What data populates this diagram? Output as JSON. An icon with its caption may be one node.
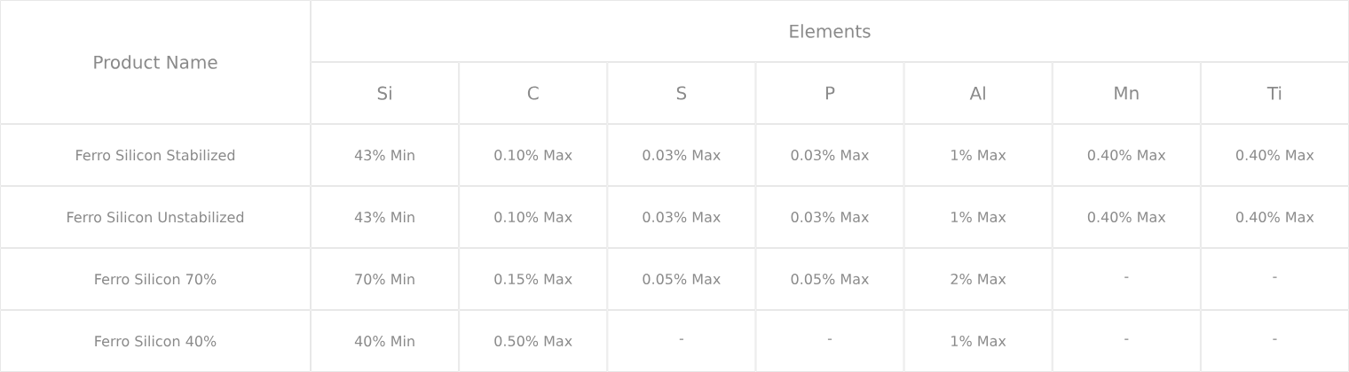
{
  "diagram": {
    "labels": [
      "Product Name",
      "Elements",
      "Si",
      "C",
      "S",
      "P",
      "Al",
      "Mn",
      "Ti",
      "Ferro Silicon Stabilized",
      "43% Min",
      "0.10% Max",
      "0.03% Max",
      "0.03% Max",
      "1% Max",
      "0.40% Max",
      "0.40% Max",
      "Ferro Silicon Unstabilized",
      "43% Min",
      "0.10% Max",
      "0.03% Max",
      "0.03% Max",
      "1% Max",
      "0.40% Max",
      "0.40% Max",
      "Ferro Silicon 70%",
      "70% Min",
      "0.15% Max",
      "0.05% Max",
      "0.05% Max",
      "2% Max",
      "-",
      "-",
      "Ferro Silicon 40%",
      "40% Min",
      "0.50% Max",
      "-",
      "-",
      "1% Max",
      "-",
      "-"
    ]
  }
}
